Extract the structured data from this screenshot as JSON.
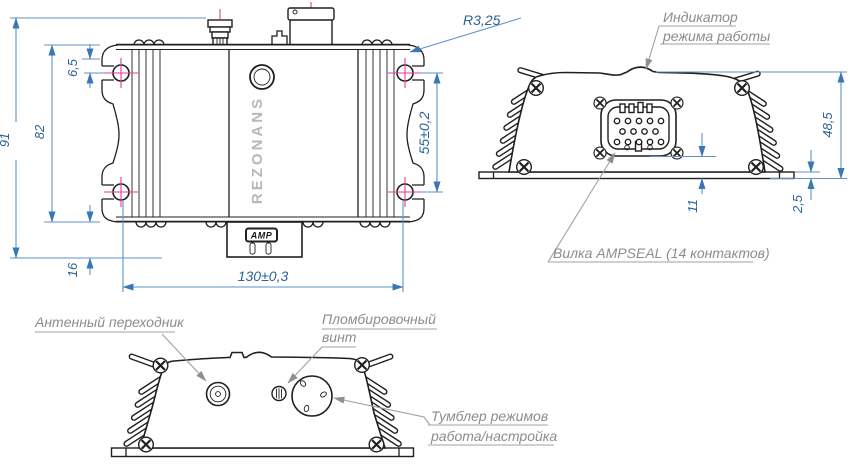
{
  "brand_label": "REZONANS",
  "connector_logo": "AMP",
  "dims": {
    "overall_height": "91",
    "body_height": "82",
    "hole_top_offset": "6,5",
    "bottom_offset": "16",
    "width": "130±0,3",
    "hole_spacing": "55±0,2",
    "ear_radius": "R3,25",
    "side_height": "48,5",
    "connector_height": "11",
    "plate_thickness": "2,5"
  },
  "callouts": {
    "indicator_line1": "Индикатор",
    "indicator_line2": "режима работы",
    "ampseal": "Вилка AMPSEAL (14 контактов)",
    "antenna": "Антенный переходник",
    "seal_line1": "Пломбировочный",
    "seal_line2": "винт",
    "toggle_line1": "Тумблер режимов",
    "toggle_line2": "работа/настройка"
  },
  "colors": {
    "line": "#1f1f1f",
    "dimension_line": "#5b93c7",
    "dimension_text": "#2a6294",
    "center_mark": "#e5399b",
    "callout_text": "#8c8c8c",
    "brand_text": "#b8b8b8",
    "background": "#ffffff"
  }
}
